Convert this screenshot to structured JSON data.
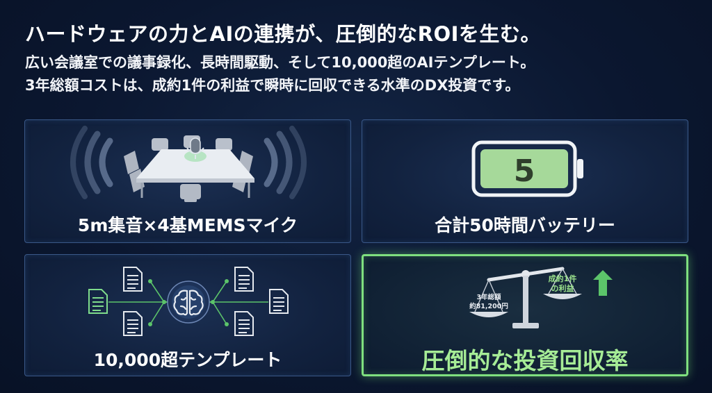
{
  "header": {
    "headline": "ハードウェアの力とAIの連携が、圧倒的なROIを生む。",
    "line1": "広い会議室での議事録化、長時間駆動、そして10,000超のAIテンプレート。",
    "line2": "3年総額コストは、成約1件の利益で瞬時に回収できる水準のDX投資です。"
  },
  "cards": {
    "mic": {
      "label": "5m集音×4基MEMSマイク"
    },
    "battery": {
      "label": "合計50時間バッテリー",
      "battery_value": "5"
    },
    "templates": {
      "label": "10,000超テンプレート"
    },
    "roi": {
      "label": "圧倒的な投資回収率",
      "left_pan_line1": "3年総額",
      "left_pan_line2": "約81,200円",
      "right_pan_line1": "成約1件",
      "right_pan_line2": "の利益"
    }
  },
  "colors": {
    "background": "#0b1730",
    "card_border": "#3a5888",
    "highlight_border": "#7fe07f",
    "highlight_text": "#a6ec96",
    "accent_green": "#5cc46a"
  },
  "icons": [
    "microphone-icon",
    "conference-table-icon",
    "battery-icon",
    "document-icon",
    "brain-icon",
    "balance-scale-icon",
    "arrow-up-icon"
  ]
}
